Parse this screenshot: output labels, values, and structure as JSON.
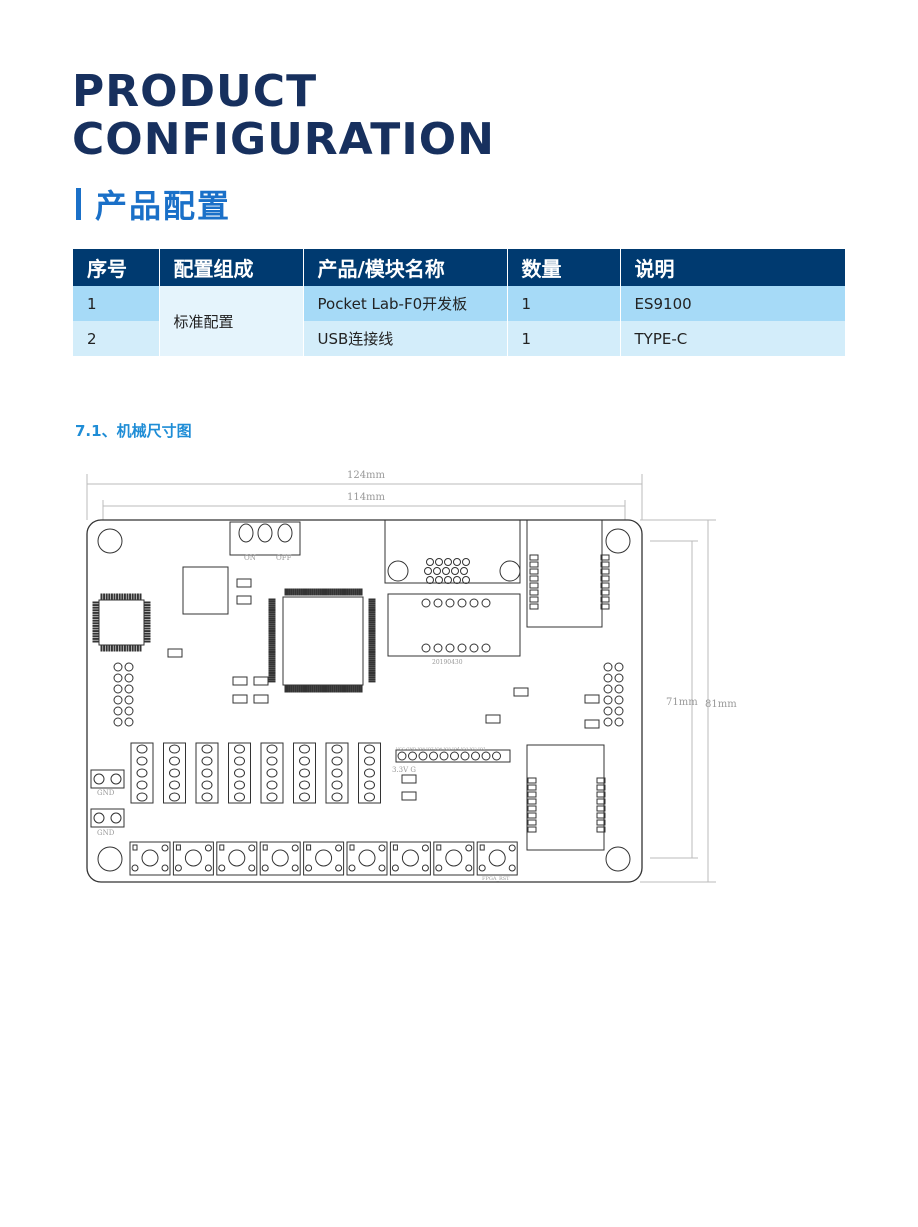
{
  "header": {
    "title_line1": "PRODUCT",
    "title_line2": "CONFIGURATION",
    "subtitle": "产品配置"
  },
  "table": {
    "columns": [
      "序号",
      "配置组成",
      "产品/模块名称",
      "数量",
      "说明"
    ],
    "group_label": "标准配置",
    "rows": [
      {
        "index": "1",
        "name": "Pocket Lab-F0开发板",
        "qty": "1",
        "note": "ES9100"
      },
      {
        "index": "2",
        "name": "USB连接线",
        "qty": "1",
        "note": "TYPE-C"
      }
    ]
  },
  "section": {
    "title": "7.1、机械尺寸图"
  },
  "diagram": {
    "dim_width_outer": "124mm",
    "dim_width_inner": "114mm",
    "dim_height_inner": "71mm",
    "dim_height_outer": "81mm",
    "switch_on": "ON",
    "switch_off": "OFF",
    "gnd_1": "GND",
    "gnd_2": "GND",
    "voltage_label": "3.3V G",
    "date_code": "20190430",
    "fpga_label": "FPGA_RST",
    "header_pins": "VCC GND IO8 IO7 IO6 IO5 IO4 IO3 IO2 IO1"
  }
}
